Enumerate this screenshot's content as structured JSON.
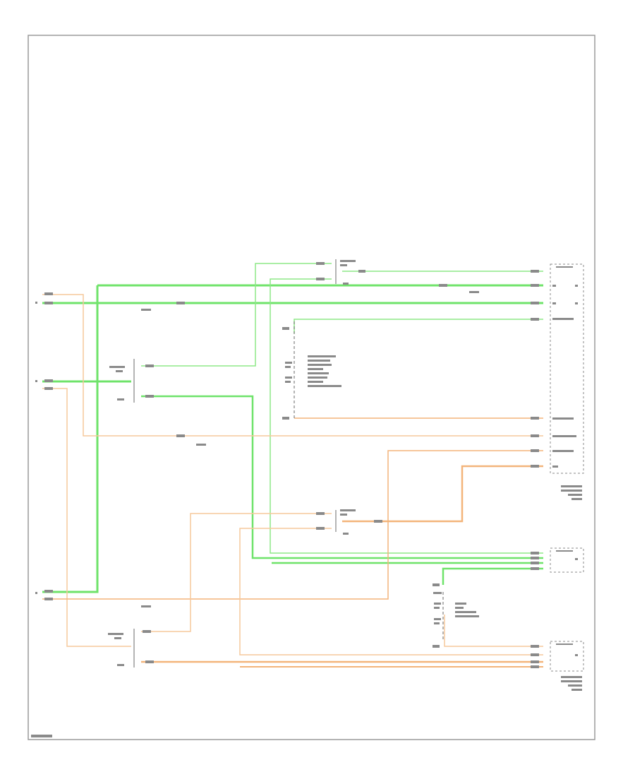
{
  "footer_label": "",
  "colors": {
    "green_wire": "#6fe36a",
    "orange_wire": "#f3b47a",
    "frame": "#9a9a9a"
  },
  "connectors": [
    {
      "id": "c1",
      "label": "",
      "kind": "joint-connector"
    },
    {
      "id": "c2",
      "label": "",
      "kind": "splice-list"
    },
    {
      "id": "c3",
      "label": "",
      "kind": "joint-connector"
    },
    {
      "id": "c4",
      "label": "",
      "kind": "joint-connector"
    },
    {
      "id": "c5",
      "label": "",
      "kind": "splice-list"
    },
    {
      "id": "c6",
      "label": "",
      "kind": "joint-connector"
    }
  ],
  "modules": [
    {
      "id": "m1",
      "label": ""
    },
    {
      "id": "m2",
      "label": ""
    }
  ]
}
